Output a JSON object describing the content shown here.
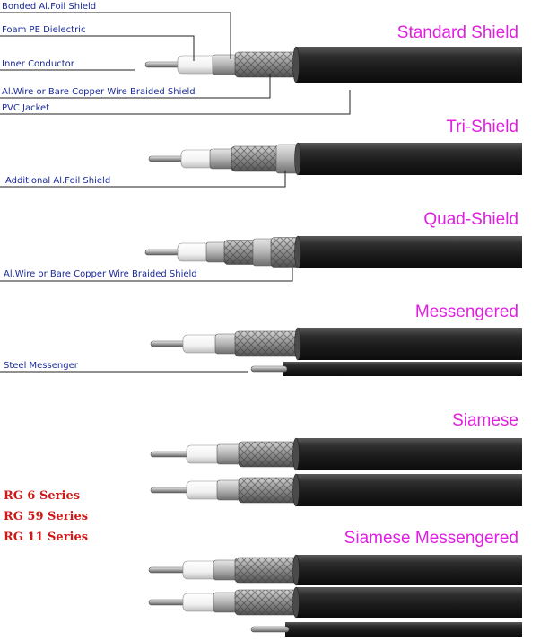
{
  "colors": {
    "title": "#e020e0",
    "label": "#1a2a9a",
    "series": "#d01818",
    "leader": "#222222",
    "jacket": "#262626",
    "braid": "#9a9a9a",
    "dielectric": "#f4f4f4",
    "conductor": "#c8c8c8"
  },
  "titles": {
    "standard": "Standard Shield",
    "tri": "Tri-Shield",
    "quad": "Quad-Shield",
    "messengered": "Messengered",
    "siamese": "Siamese",
    "siamese_messengered": "Siamese Messengered"
  },
  "labels": {
    "bonded_foil": "Bonded Al.Foil Shield",
    "foam_pe": "Foam PE Dielectric",
    "inner_conductor": "Inner Conductor",
    "braided_shield": "Al.Wire or Bare Copper Wire Braided Shield",
    "pvc_jacket": "PVC Jacket",
    "additional_foil": "Additional Al.Foil Shield",
    "braided_shield_quad": "Al.Wire or Bare Copper Wire Braided Shield",
    "steel_messenger": "Steel Messenger"
  },
  "series": [
    "RG 6 Series",
    "RG 59 Series",
    "RG 11 Series"
  ]
}
